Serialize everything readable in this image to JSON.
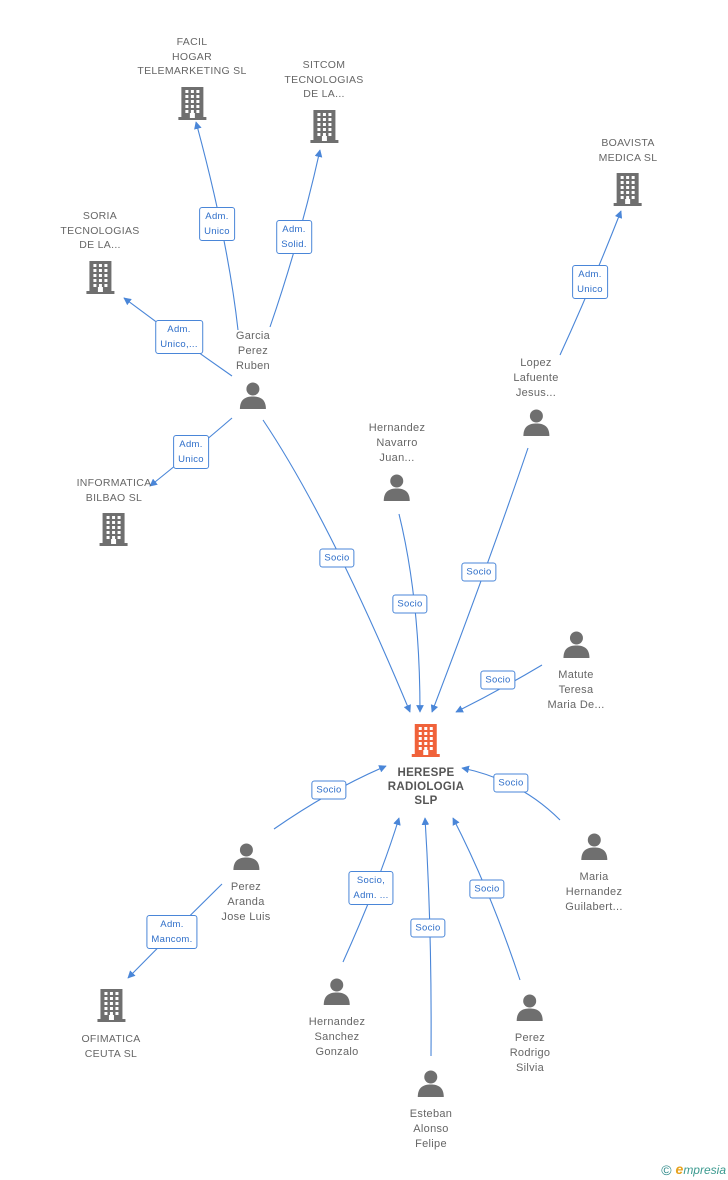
{
  "center": {
    "name": "HERESPE\nRADIOLOGIA\nSLP",
    "icon": "building-icon",
    "color": "#f0623a"
  },
  "companies": [
    {
      "id": "facil",
      "name": "FACIL\nHOGAR\nTELEMARKETING SL",
      "icon": "building-icon"
    },
    {
      "id": "sitcom",
      "name": "SITCOM\nTECNOLOGIAS\nDE LA...",
      "icon": "building-icon"
    },
    {
      "id": "boavista",
      "name": "BOAVISTA\nMEDICA SL",
      "icon": "building-icon"
    },
    {
      "id": "soria",
      "name": "SORIA\nTECNOLOGIAS\nDE LA...",
      "icon": "building-icon"
    },
    {
      "id": "informatica",
      "name": "INFORMATICA\nBILBAO SL",
      "icon": "building-icon"
    },
    {
      "id": "ofimatica",
      "name": "OFIMATICA\nCEUTA SL",
      "icon": "building-icon"
    }
  ],
  "people": [
    {
      "id": "garcia",
      "name": "Garcia\nPerez\nRuben",
      "icon": "person-icon"
    },
    {
      "id": "lopez",
      "name": "Lopez\nLafuente\nJesus...",
      "icon": "person-icon"
    },
    {
      "id": "navarro",
      "name": "Hernandez\nNavarro\nJuan...",
      "icon": "person-icon"
    },
    {
      "id": "matute",
      "name": "Matute\nTeresa\nMaria De...",
      "icon": "person-icon"
    },
    {
      "id": "guilabert",
      "name": "Maria\nHernandez\nGuilabert...",
      "icon": "person-icon"
    },
    {
      "id": "aranda",
      "name": "Perez\nAranda\nJose Luis",
      "icon": "person-icon"
    },
    {
      "id": "sanchez",
      "name": "Hernandez\nSanchez\nGonzalo",
      "icon": "person-icon"
    },
    {
      "id": "esteban",
      "name": "Esteban\nAlonso\nFelipe",
      "icon": "person-icon"
    },
    {
      "id": "rodrigo",
      "name": "Perez\nRodrigo\nSilvia",
      "icon": "person-icon"
    }
  ],
  "relations": [
    {
      "id": "garcia-facil",
      "from": "garcia",
      "to": "facil",
      "label": "Adm.\nUnico"
    },
    {
      "id": "garcia-sitcom",
      "from": "garcia",
      "to": "sitcom",
      "label": "Adm.\nSolid."
    },
    {
      "id": "garcia-soria",
      "from": "garcia",
      "to": "soria",
      "label": "Adm.\nUnico,..."
    },
    {
      "id": "garcia-informatica",
      "from": "garcia",
      "to": "informatica",
      "label": "Adm.\nUnico"
    },
    {
      "id": "lopez-boavista",
      "from": "lopez",
      "to": "boavista",
      "label": "Adm.\nUnico"
    },
    {
      "id": "garcia-center",
      "from": "garcia",
      "to": "center",
      "label": "Socio"
    },
    {
      "id": "navarro-center",
      "from": "navarro",
      "to": "center",
      "label": "Socio"
    },
    {
      "id": "lopez-center",
      "from": "lopez",
      "to": "center",
      "label": "Socio"
    },
    {
      "id": "matute-center",
      "from": "matute",
      "to": "center",
      "label": "Socio"
    },
    {
      "id": "guilabert-center",
      "from": "guilabert",
      "to": "center",
      "label": "Socio"
    },
    {
      "id": "aranda-center",
      "from": "aranda",
      "to": "center",
      "label": "Socio"
    },
    {
      "id": "sanchez-center",
      "from": "sanchez",
      "to": "center",
      "label": "Socio,\nAdm. ..."
    },
    {
      "id": "esteban-center",
      "from": "esteban",
      "to": "center",
      "label": "Socio"
    },
    {
      "id": "rodrigo-center",
      "from": "rodrigo",
      "to": "center",
      "label": "Socio"
    },
    {
      "id": "aranda-ofimatica",
      "from": "aranda",
      "to": "ofimatica",
      "label": "Adm.\nMancom."
    }
  ],
  "colors": {
    "edge": "#4a86d8",
    "label_text": "#2e6ec9",
    "node_icon": "#6f6f6f",
    "node_text": "#666666"
  },
  "footer": {
    "copyright": "©",
    "brand_initial": "e",
    "brand_rest": "mpresia"
  }
}
